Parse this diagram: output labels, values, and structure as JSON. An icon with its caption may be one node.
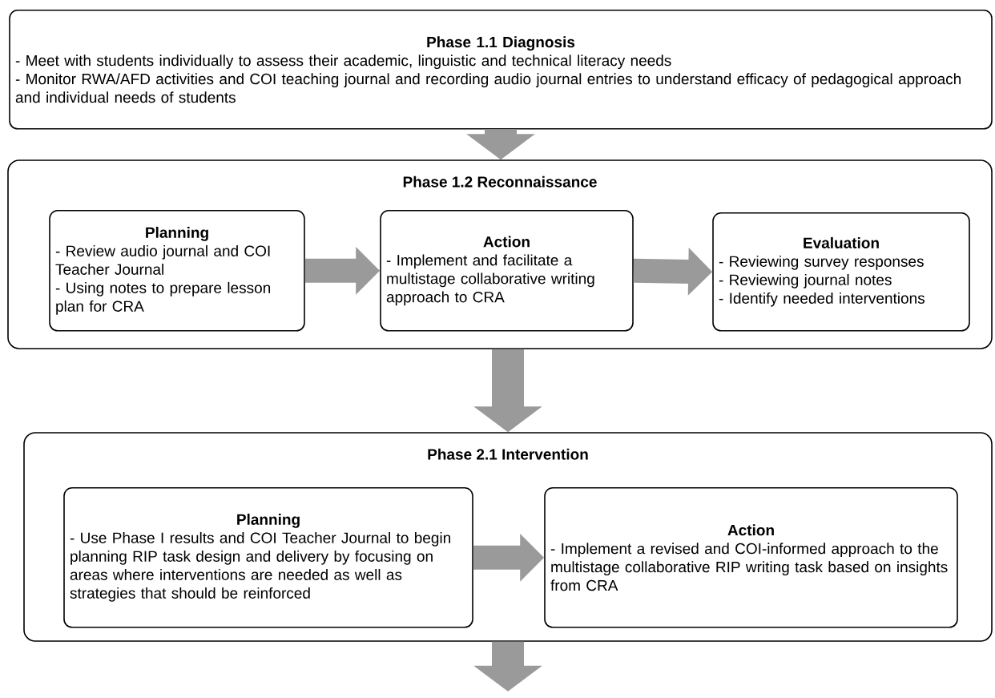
{
  "diagram": {
    "nodes": [
      {
        "text": [
          "Phase 1.1 Diagnosis",
          "- Meet with students individually to assess their academic, linguistic and technical literacy needs",
          "- Monitor RWA/AFD activities and COI teaching journal and recording audio journal entries to understand efficacy of pedagogical approach and individual needs of students"
        ]
      },
      {
        "text": [
          "Phase 1.2 Reconnaissance"
        ]
      },
      {
        "text": [
          "Planning",
          "- Review audio journal and COI Teacher Journal",
          "- Using notes to prepare lesson plan for CRA"
        ],
        "in": 1
      },
      {
        "text": [
          "Action",
          "- Implement and facilitate a multistage collaborative writing approach to CRA"
        ],
        "in": 1
      },
      {
        "text": [
          "Evaluation",
          "- Reviewing survey responses",
          "- Reviewing journal notes",
          "- Identify needed interventions"
        ],
        "in": 1
      },
      {
        "text": [
          "Phase 2.1 Intervention"
        ]
      },
      {
        "text": [
          "Planning",
          "- Use Phase I results and COI Teacher Journal to begin planning RIP task design and delivery by focusing on areas where interventions are needed as well as strategies that should be reinforced"
        ],
        "in": 5
      },
      {
        "text": [
          "Action",
          "- Implement a revised and COI-informed approach to the multistage collaborative RIP writing task based on insights from CRA"
        ],
        "in": 5
      }
    ],
    "edges": [
      {
        "from": 0,
        "to": 1,
        "arrow": "to"
      },
      {
        "from": 2,
        "to": 3,
        "arrow": "to"
      },
      {
        "from": 3,
        "to": 4,
        "arrow": "to"
      },
      {
        "from": 1,
        "to": 5,
        "arrow": "to"
      },
      {
        "from": 6,
        "to": 7,
        "arrow": "to"
      },
      {
        "from": 5,
        "to": null,
        "arrow": "to"
      }
    ]
  }
}
